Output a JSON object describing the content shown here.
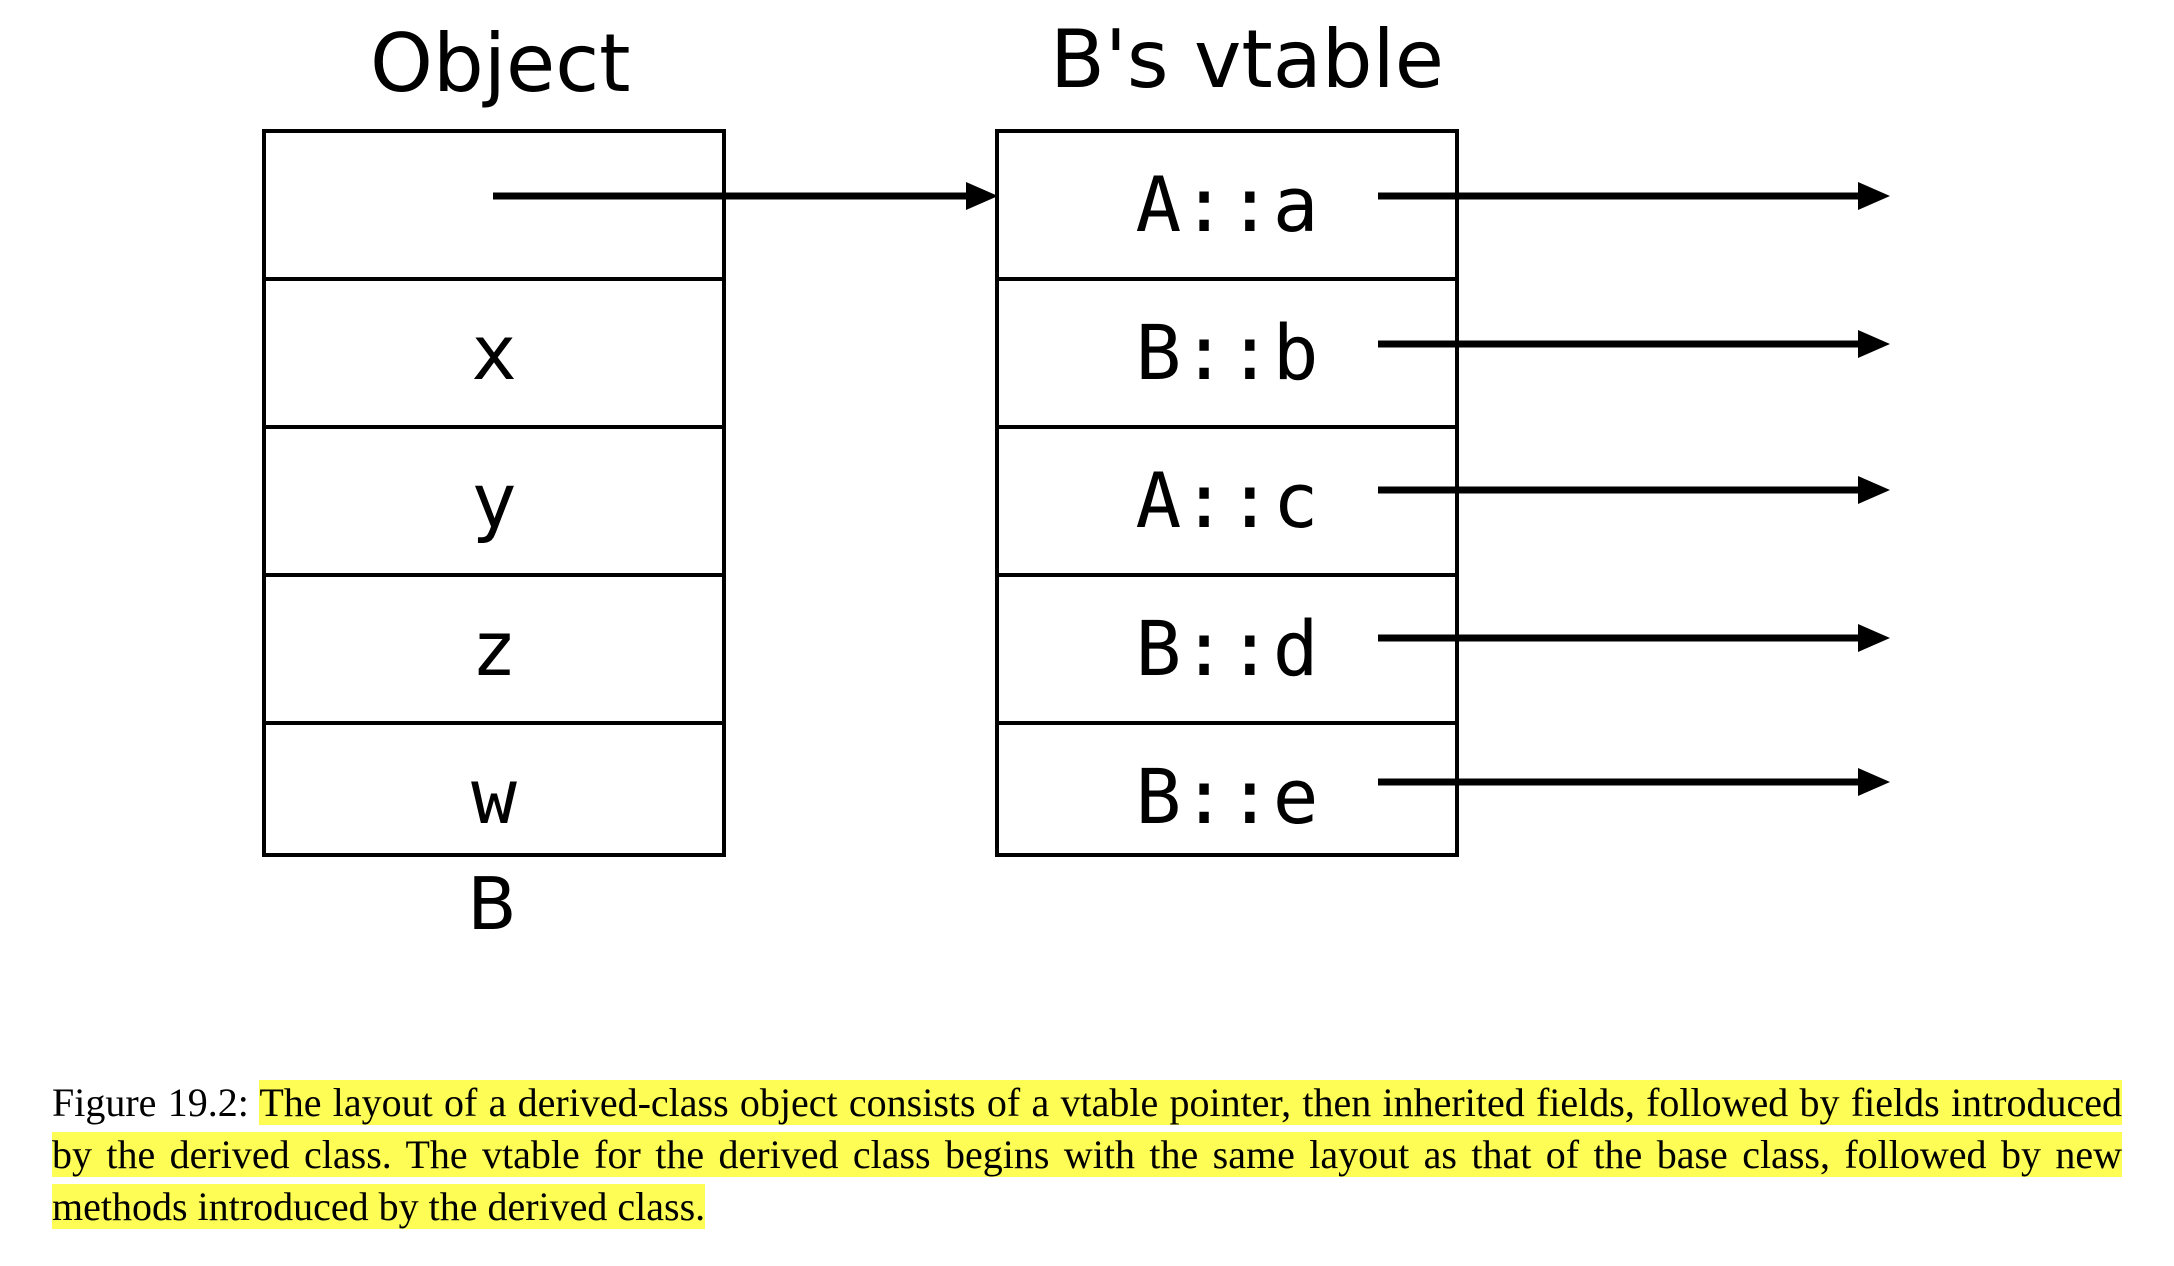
{
  "object_title": "Object",
  "vtable_title": "B's vtable",
  "object_fields": [
    "",
    "x",
    "y",
    "z",
    "w"
  ],
  "object_type_label": "B",
  "vtable_entries": [
    "A::a",
    "B::b",
    "A::c",
    "B::d",
    "B::e"
  ],
  "caption": {
    "prefix": "Figure 19.2: ",
    "highlighted": "The layout of a derived-class object consists of a vtable pointer, then inherited fields, followed by fields introduced by the derived class. The vtable for the derived class begins with the same layout as that of the base class, followed by new methods introduced by the derived class."
  },
  "colors": {
    "highlight": "#fdfd55",
    "ink": "#000000"
  }
}
